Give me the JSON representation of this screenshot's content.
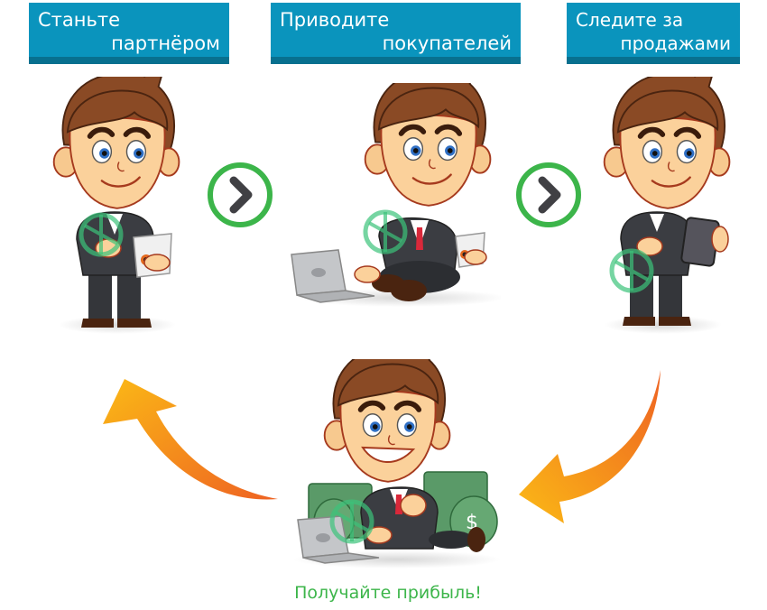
{
  "steps": [
    {
      "line1": "Станьте",
      "line2": "партнёром"
    },
    {
      "line1": "Приводите",
      "line2": "покупателей"
    },
    {
      "line1": "Следите за",
      "line2": "продажами"
    }
  ],
  "final_step": {
    "caption": "Получайте прибыль!"
  },
  "icons": {
    "next": "chevron-right-circle-icon",
    "cycle_left": "curved-arrow-up-left-icon",
    "cycle_right": "curved-arrow-down-left-icon"
  },
  "colors": {
    "banner_bg": "#0a94bd",
    "banner_border": "#08708f",
    "banner_text": "#ffffff",
    "next_ring": "#3cb54a",
    "next_chevron": "#404044",
    "caption": "#3cb54a",
    "arrow_gradient_start": "#fbb916",
    "arrow_gradient_end": "#ee6222"
  }
}
